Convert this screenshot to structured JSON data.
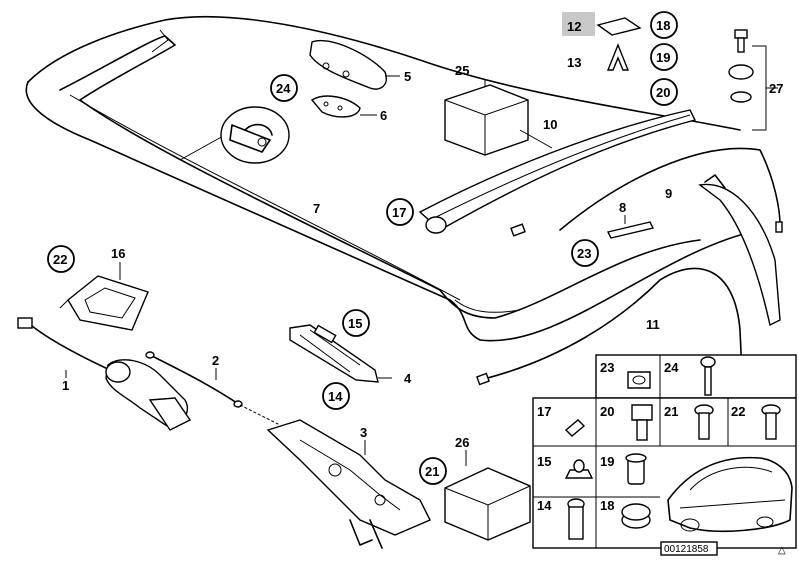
{
  "callouts": {
    "c1": "1",
    "c2": "2",
    "c3": "3",
    "c4": "4",
    "c5": "5",
    "c6": "6",
    "c7": "7",
    "c8": "8",
    "c9": "9",
    "c10": "10",
    "c11": "11",
    "c12": "12",
    "c13": "13",
    "c14": "14",
    "c15": "15",
    "c16": "16",
    "c17": "17",
    "c18": "18",
    "c19": "19",
    "c20": "20",
    "c21": "21",
    "c22": "22",
    "c23": "23",
    "c24": "24",
    "c25": "25",
    "c26": "26",
    "c27": "27"
  },
  "grid": {
    "g23": "23",
    "g24": "24",
    "g17": "17",
    "g20": "20",
    "g21": "21",
    "g22": "22",
    "g15": "15",
    "g19": "19",
    "g14": "14",
    "g18": "18"
  },
  "diagram_id": "00121858",
  "corner_mark": "△"
}
